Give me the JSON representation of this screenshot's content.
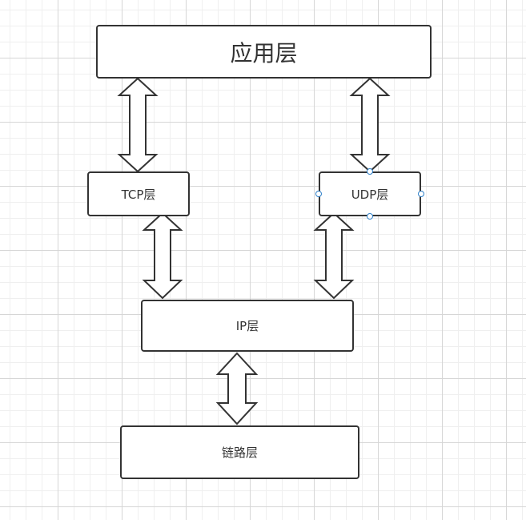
{
  "diagram": {
    "layers": {
      "application": "应用层",
      "tcp": "TCP层",
      "udp": "UDP层",
      "ip": "IP层",
      "link": "链路层"
    },
    "connections": [
      {
        "from": "application",
        "to": "tcp",
        "type": "bidirectional"
      },
      {
        "from": "application",
        "to": "udp",
        "type": "bidirectional"
      },
      {
        "from": "tcp",
        "to": "ip",
        "type": "bidirectional"
      },
      {
        "from": "udp",
        "to": "ip",
        "type": "bidirectional"
      },
      {
        "from": "ip",
        "to": "link",
        "type": "bidirectional"
      }
    ],
    "selected_node": "udp",
    "colors": {
      "stroke": "#333333",
      "fill": "#ffffff",
      "selection_handle": "#2f80c9",
      "grid_major": "#d6d6d6",
      "grid_minor": "#efefef"
    }
  }
}
